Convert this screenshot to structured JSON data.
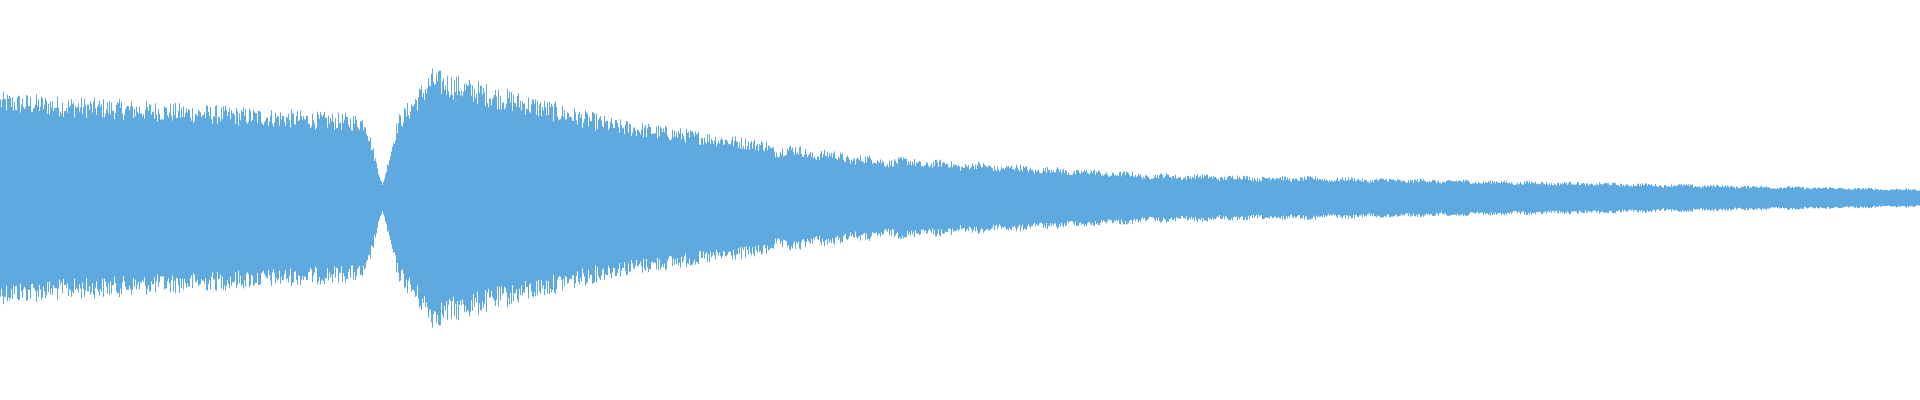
{
  "waveform": {
    "color": "#5EAAE0",
    "background": "#FFFFFF",
    "envelope_peaks": [
      {
        "t": 0.0,
        "amp": 0.8
      },
      {
        "t": 0.19,
        "amp": 0.63
      },
      {
        "t": 0.199,
        "amp": 0.1
      },
      {
        "t": 0.207,
        "amp": 0.62
      },
      {
        "t": 0.225,
        "amp": 0.98
      },
      {
        "t": 0.32,
        "amp": 0.6
      },
      {
        "t": 0.45,
        "amp": 0.33
      },
      {
        "t": 0.6,
        "amp": 0.19
      },
      {
        "t": 1.0,
        "amp": 0.07
      }
    ]
  }
}
